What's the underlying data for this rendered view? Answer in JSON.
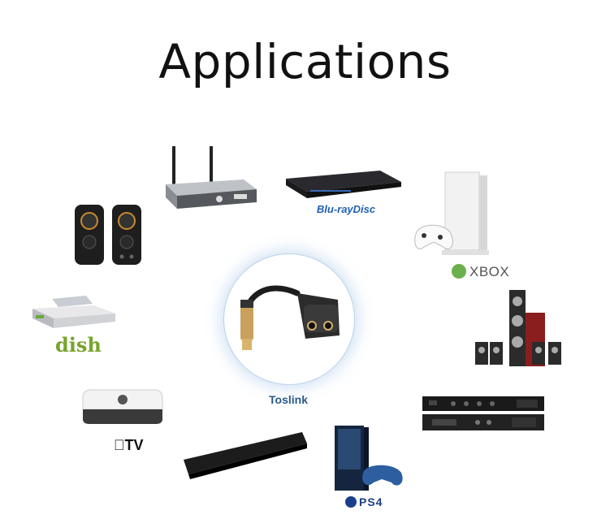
{
  "title": "Applications",
  "center": {
    "label": "Toslink"
  },
  "brands": {
    "bluray": "Blu-rayDisc",
    "xbox": "XBOX",
    "dish": "dish",
    "apple_tv": "TV",
    "ps4": "PS4"
  }
}
